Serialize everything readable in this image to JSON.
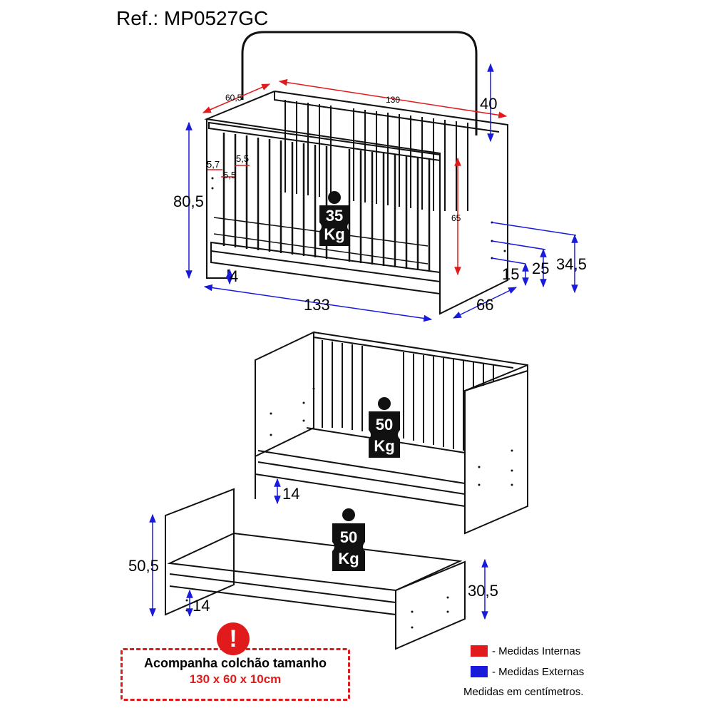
{
  "reference": "Ref.: MP0527GC",
  "colors": {
    "internal": "#e11b1b",
    "external": "#1a1adb"
  },
  "crib_dims": {
    "depth_internal": "60,5",
    "length_internal": "130",
    "headboard_height": "40",
    "total_height": "80,5",
    "slat_spacing_a": "5,7",
    "slat_spacing_b": "5,5",
    "slat_spacing_c": "5,5",
    "inner_height": "65",
    "base_clearance": "4",
    "total_length": "133",
    "total_depth": "66",
    "level_1": "15",
    "level_2": "25",
    "level_3": "34,5"
  },
  "crib_weight": [
    "35",
    "Kg"
  ],
  "sofa_dims": {
    "clearance": "14"
  },
  "sofa_weight": [
    "50",
    "Kg"
  ],
  "bed_dims": {
    "headboard_height": "50,5",
    "clearance": "14",
    "footboard_height": "30,5"
  },
  "bed_weight": [
    "50",
    "Kg"
  ],
  "notice": {
    "warning_symbol": "!",
    "line1": "Acompanha colchão tamanho",
    "line2": "130 x 60 x 10cm"
  },
  "legend": {
    "internal_label": "- Medidas Internas",
    "external_label": "- Medidas Externas",
    "units_note": "Medidas em centímetros."
  }
}
